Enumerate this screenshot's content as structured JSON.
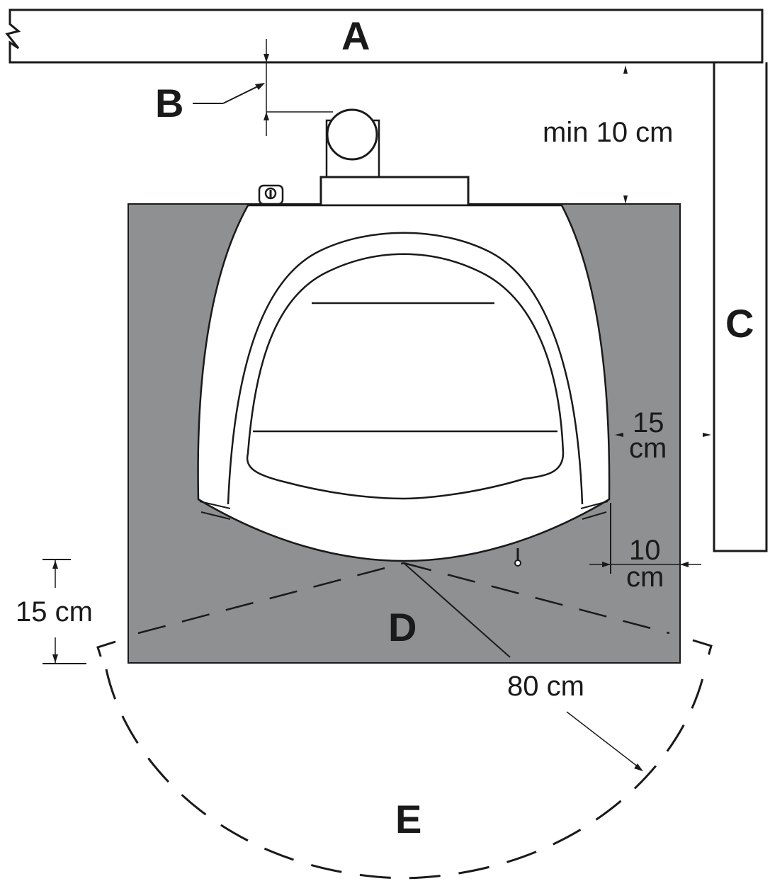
{
  "labels": {
    "a": "A",
    "b": "B",
    "c": "C",
    "d": "D",
    "e": "E"
  },
  "dimensions": {
    "rear_gap": "min 10 cm",
    "side_gap_top": "15",
    "side_gap_top_unit": "cm",
    "side_gap_bottom": "10",
    "side_gap_bottom_unit": "cm",
    "front_floor": "15 cm",
    "front_radius": "80 cm"
  },
  "colors": {
    "floor_plate": "#8f9091",
    "line": "#1a1a1a",
    "stove_body": "#ffffff"
  }
}
